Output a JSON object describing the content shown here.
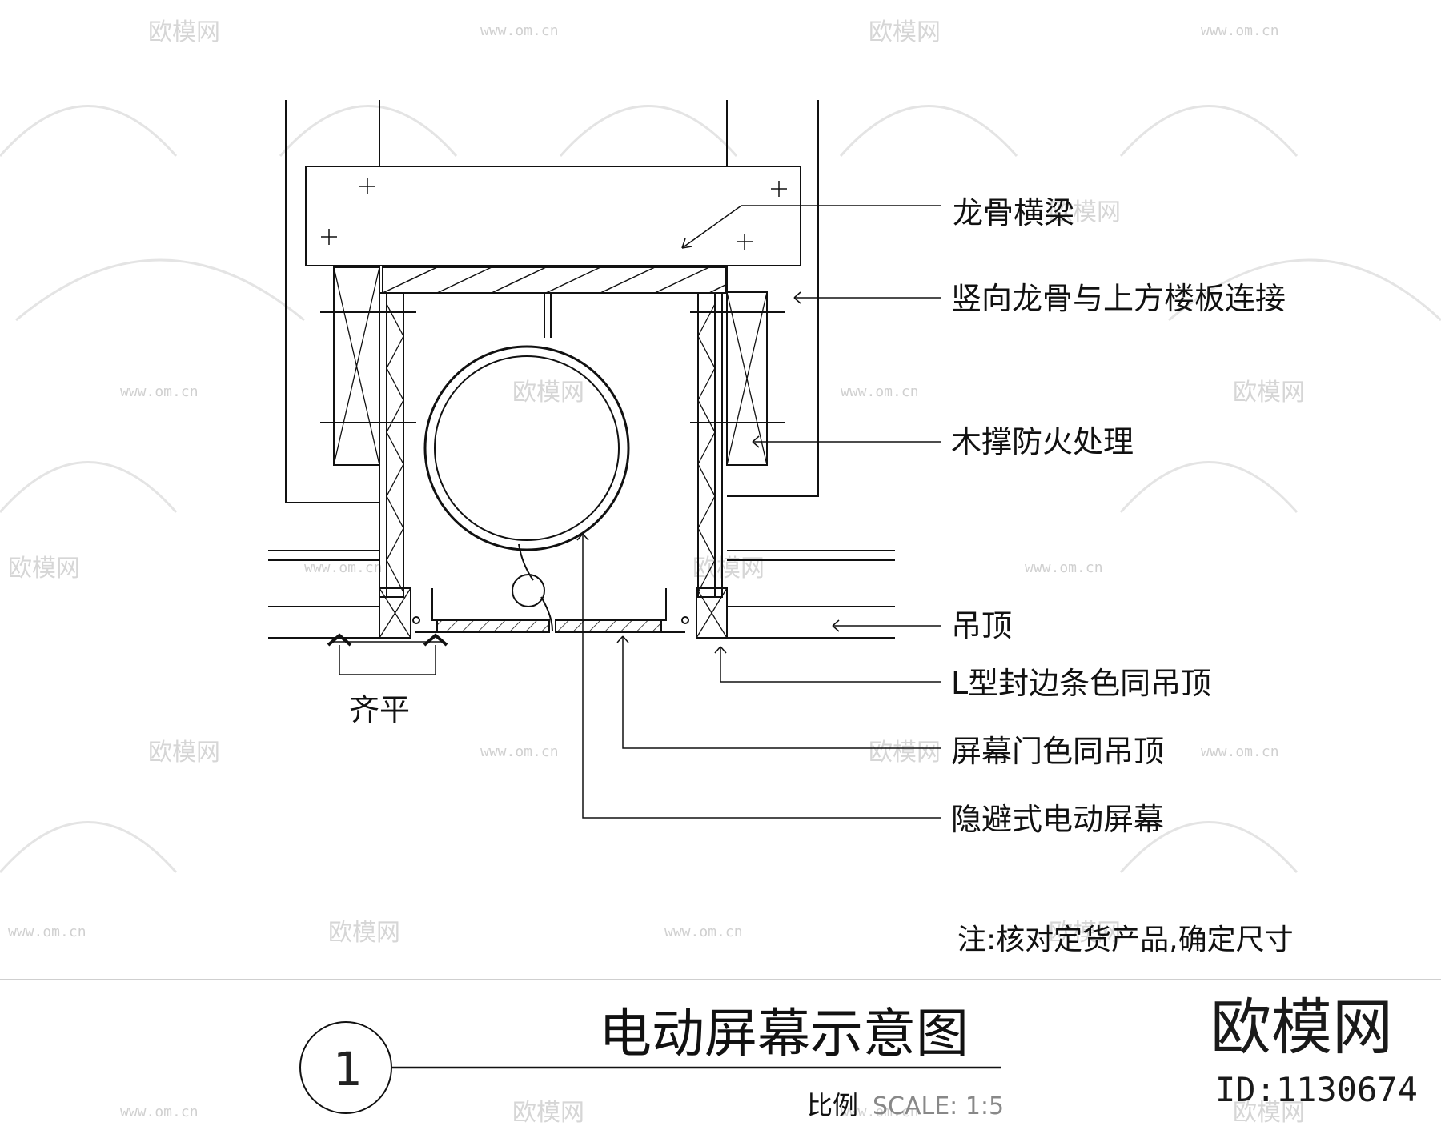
{
  "labels": {
    "keel_beam": "龙骨横梁",
    "vertical_keel": "竖向龙骨与上方楼板连接",
    "wood_brace": "木撑防火处理",
    "ceiling": "吊顶",
    "l_trim": "L型封边条色同吊顶",
    "screen_door": "屏幕门色同吊顶",
    "hidden_screen": "隐避式电动屏幕",
    "flush": "齐平"
  },
  "note": "注:核对定货产品,确定尺寸",
  "title": "电动屏幕示意图",
  "drawing_number": "1",
  "scale": {
    "label": "比例",
    "value": "SCALE: 1:5"
  },
  "brand": {
    "name": "欧模网",
    "id": "ID:1130674"
  },
  "watermark": {
    "text": "欧模网",
    "url": "www.om.cn"
  }
}
